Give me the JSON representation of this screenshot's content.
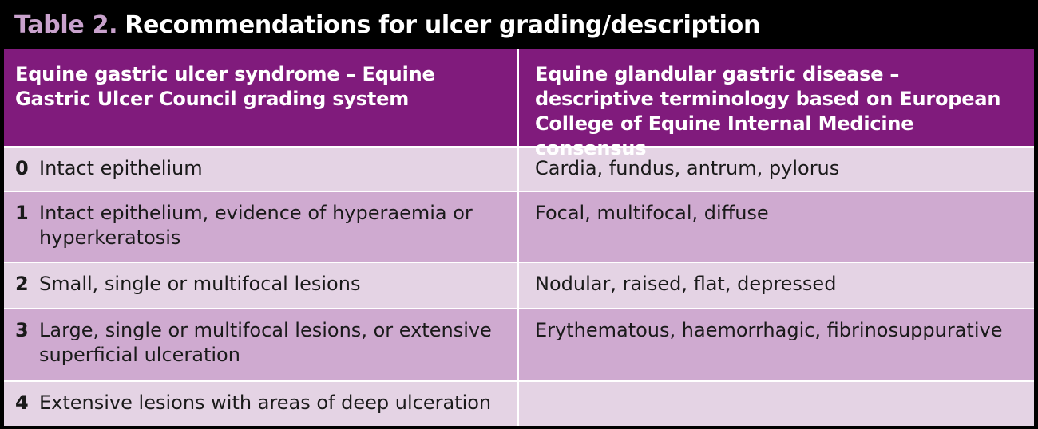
{
  "title": {
    "label": "Table 2.",
    "text": "Recommendations for ulcer grading/description"
  },
  "headers": {
    "col1": "Equine gastric ulcer syndrome – Equine Gastric Ulcer Council grading system",
    "col2": "Equine glandular gastric disease – descriptive terminology based on European College of Equine Internal Medicine consensus"
  },
  "rows": [
    {
      "grade": "0",
      "desc": "Intact epithelium",
      "glandular": "Cardia, fundus, antrum, pylorus"
    },
    {
      "grade": "1",
      "desc": "Intact epithelium, evidence of hyperaemia or hyperkeratosis",
      "glandular": "Focal, multifocal, diffuse"
    },
    {
      "grade": "2",
      "desc": "Small, single or multifocal lesions",
      "glandular": "Nodular, raised, flat, depressed"
    },
    {
      "grade": "3",
      "desc": "Large, single or multifocal lesions, or extensive superficial ulceration",
      "glandular": "Erythematous, haemorrhagic, fibrinosuppurative"
    },
    {
      "grade": "4",
      "desc": "Extensive lesions with areas of deep ulceration",
      "glandular": ""
    }
  ],
  "colors": {
    "header_bg": "#801b7c",
    "row_light": "#e4d3e4",
    "row_dark": "#cfaad0",
    "title_label": "#c9a2cd"
  }
}
